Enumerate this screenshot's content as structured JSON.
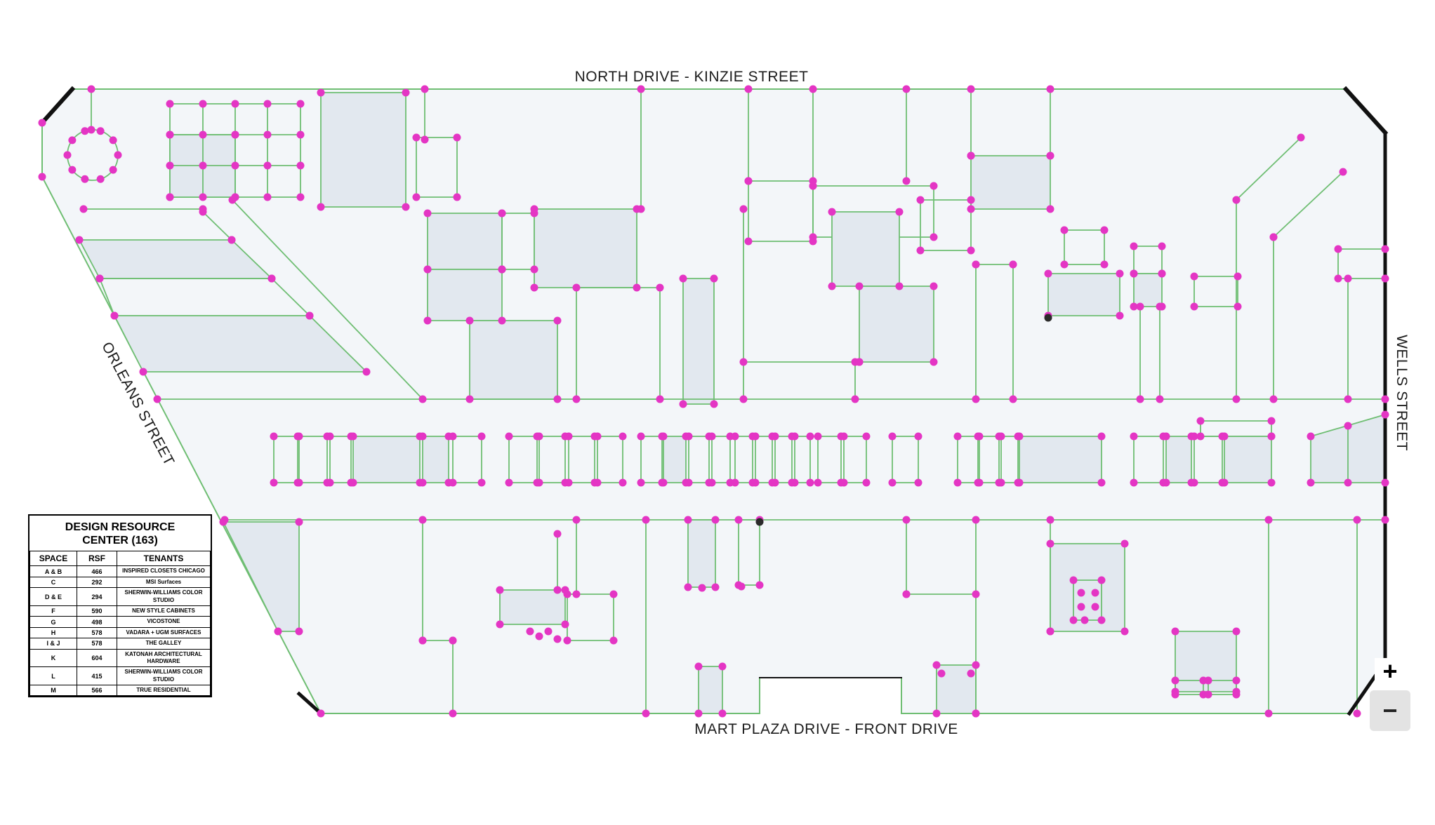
{
  "streets": {
    "north": "NORTH DRIVE - KINZIE STREET",
    "orleans": "ORLEANS STREET",
    "wells": "WELLS STREET",
    "mart": "MART PLAZA DRIVE - FRONT DRIVE"
  },
  "legend": {
    "title": "DESIGN RESOURCE CENTER (163)",
    "headers": [
      "SPACE",
      "RSF",
      "TENANTS"
    ],
    "rows": [
      [
        "A & B",
        "466",
        "INSPIRED CLOSETS CHICAGO"
      ],
      [
        "C",
        "292",
        "MSI Surfaces"
      ],
      [
        "D & E",
        "294",
        "SHERWIN-WILLIAMS COLOR STUDIO"
      ],
      [
        "F",
        "590",
        "NEW STYLE CABINETS"
      ],
      [
        "G",
        "498",
        "VICOSTONE"
      ],
      [
        "H",
        "578",
        "VADARA + UGM SURFACES"
      ],
      [
        "I & J",
        "578",
        "THE GALLEY"
      ],
      [
        "K",
        "604",
        "KATONAH ARCHITECTURAL HARDWARE"
      ],
      [
        "L",
        "415",
        "SHERWIN-WILLIAMS COLOR STUDIO"
      ],
      [
        "M",
        "566",
        "TRUE RESIDENTIAL"
      ]
    ]
  },
  "zoom": {
    "in_label": "+",
    "out_label": "−"
  },
  "colors": {
    "line": "#6fbe73",
    "vertex": "#e435c4",
    "vertex_dark": "#2b2b2b",
    "building_fill": "#f3f6f9",
    "room_shade": "#e2e8ef",
    "boundary": "#111111",
    "street_text": "#1c1c1c"
  },
  "floorplan": {
    "outline": [
      [
        103,
        127
      ],
      [
        1917,
        127
      ],
      [
        1973,
        189
      ],
      [
        1973,
        943
      ],
      [
        1922,
        1017
      ],
      [
        1284,
        1017
      ],
      [
        1284,
        966
      ],
      [
        1082,
        966
      ],
      [
        1082,
        1017
      ],
      [
        457,
        1017
      ],
      [
        60,
        252
      ],
      [
        60,
        175
      ]
    ],
    "black_segments": [
      [
        60,
        175,
        103,
        127,
        6
      ],
      [
        1917,
        127,
        1973,
        189,
        6
      ],
      [
        1973,
        189,
        1973,
        943,
        5
      ],
      [
        1973,
        943,
        1922,
        1017,
        5
      ],
      [
        426,
        989,
        457,
        1017,
        5
      ],
      [
        1082,
        966,
        1284,
        966,
        2
      ]
    ],
    "circle": [
      132,
      221,
      36
    ],
    "booth_y": [
      622,
      688
    ],
    "booths": [
      [
        390,
        424,
        0
      ],
      [
        426,
        466,
        0
      ],
      [
        470,
        500,
        0
      ],
      [
        503,
        598,
        1
      ],
      [
        602,
        639,
        1
      ],
      [
        645,
        686,
        0
      ],
      [
        725,
        765,
        0
      ],
      [
        768,
        805,
        0
      ],
      [
        810,
        847,
        0
      ],
      [
        851,
        887,
        0
      ],
      [
        913,
        943,
        0
      ],
      [
        945,
        977,
        1
      ],
      [
        981,
        1010,
        0
      ],
      [
        1014,
        1040,
        0
      ],
      [
        1047,
        1072,
        0
      ],
      [
        1076,
        1100,
        0
      ],
      [
        1104,
        1128,
        0
      ],
      [
        1132,
        1154,
        0
      ],
      [
        1165,
        1198,
        0
      ],
      [
        1202,
        1234,
        0
      ],
      [
        1271,
        1308,
        0
      ],
      [
        1364,
        1393,
        0
      ],
      [
        1395,
        1423,
        0
      ],
      [
        1426,
        1450,
        0
      ],
      [
        1452,
        1569,
        1
      ],
      [
        1615,
        1657,
        0
      ],
      [
        1661,
        1697,
        1
      ],
      [
        1701,
        1741,
        0
      ],
      [
        1744,
        1811,
        1
      ]
    ],
    "polygons": [
      {
        "p": [
          [
            242,
            148
          ],
          [
            428,
            148
          ],
          [
            428,
            281
          ],
          [
            242,
            281
          ]
        ],
        "s": 0
      },
      {
        "p": [
          [
            242,
            192
          ],
          [
            335,
            192
          ],
          [
            335,
            281
          ],
          [
            242,
            281
          ]
        ],
        "s": 1
      },
      {
        "p": [
          [
            113,
            342
          ],
          [
            330,
            342
          ],
          [
            387,
            397
          ],
          [
            142,
            397
          ]
        ],
        "s": 1
      },
      {
        "p": [
          [
            142,
            397
          ],
          [
            387,
            397
          ],
          [
            441,
            450
          ],
          [
            163,
            450
          ]
        ],
        "s": 0
      },
      {
        "p": [
          [
            163,
            450
          ],
          [
            441,
            450
          ],
          [
            522,
            530
          ],
          [
            204,
            530
          ]
        ],
        "s": 1
      },
      {
        "p": [
          [
            457,
            132
          ],
          [
            578,
            132
          ],
          [
            578,
            295
          ],
          [
            457,
            295
          ]
        ],
        "s": 1
      },
      {
        "p": [
          [
            593,
            196
          ],
          [
            651,
            196
          ],
          [
            651,
            281
          ],
          [
            593,
            281
          ]
        ],
        "s": 0
      },
      {
        "p": [
          [
            609,
            304
          ],
          [
            715,
            304
          ],
          [
            715,
            384
          ],
          [
            609,
            384
          ]
        ],
        "s": 1
      },
      {
        "p": [
          [
            609,
            384
          ],
          [
            715,
            384
          ],
          [
            715,
            457
          ],
          [
            609,
            457
          ]
        ],
        "s": 1
      },
      {
        "p": [
          [
            669,
            457
          ],
          [
            794,
            457
          ],
          [
            794,
            569
          ],
          [
            669,
            569
          ]
        ],
        "s": 1
      },
      {
        "p": [
          [
            715,
            304
          ],
          [
            761,
            304
          ],
          [
            761,
            384
          ],
          [
            715,
            384
          ]
        ],
        "s": 0
      },
      {
        "p": [
          [
            761,
            298
          ],
          [
            907,
            298
          ],
          [
            907,
            410
          ],
          [
            761,
            410
          ]
        ],
        "s": 1
      },
      {
        "p": [
          [
            821,
            410
          ],
          [
            940,
            410
          ],
          [
            940,
            569
          ],
          [
            821,
            569
          ]
        ],
        "s": 0
      },
      {
        "p": [
          [
            973,
            397
          ],
          [
            1017,
            397
          ],
          [
            1017,
            576
          ],
          [
            973,
            576
          ]
        ],
        "s": 1
      },
      {
        "p": [
          [
            1066,
            258
          ],
          [
            1158,
            258
          ],
          [
            1158,
            344
          ],
          [
            1066,
            344
          ]
        ],
        "s": 0
      },
      {
        "p": [
          [
            1158,
            265
          ],
          [
            1330,
            265
          ],
          [
            1330,
            338
          ],
          [
            1158,
            338
          ]
        ],
        "s": 0
      },
      {
        "p": [
          [
            1185,
            302
          ],
          [
            1281,
            302
          ],
          [
            1281,
            408
          ],
          [
            1185,
            408
          ]
        ],
        "s": 1
      },
      {
        "p": [
          [
            1224,
            408
          ],
          [
            1330,
            408
          ],
          [
            1330,
            516
          ],
          [
            1224,
            516
          ]
        ],
        "s": 1
      },
      {
        "p": [
          [
            1383,
            222
          ],
          [
            1496,
            222
          ],
          [
            1496,
            298
          ],
          [
            1383,
            298
          ]
        ],
        "s": 1
      },
      {
        "p": [
          [
            1311,
            285
          ],
          [
            1383,
            285
          ],
          [
            1383,
            357
          ],
          [
            1311,
            357
          ]
        ],
        "s": 0
      },
      {
        "p": [
          [
            1493,
            390
          ],
          [
            1595,
            390
          ],
          [
            1595,
            450
          ],
          [
            1493,
            450
          ]
        ],
        "s": 1
      },
      {
        "p": [
          [
            1516,
            328
          ],
          [
            1573,
            328
          ],
          [
            1573,
            377
          ],
          [
            1516,
            377
          ]
        ],
        "s": 0
      },
      {
        "p": [
          [
            1615,
            351
          ],
          [
            1655,
            351
          ],
          [
            1655,
            390
          ],
          [
            1615,
            390
          ]
        ],
        "s": 0
      },
      {
        "p": [
          [
            1615,
            390
          ],
          [
            1655,
            390
          ],
          [
            1655,
            437
          ],
          [
            1615,
            437
          ]
        ],
        "s": 1
      },
      {
        "p": [
          [
            1701,
            394
          ],
          [
            1763,
            394
          ],
          [
            1763,
            437
          ],
          [
            1701,
            437
          ]
        ],
        "s": 0
      },
      {
        "p": [
          [
            1906,
            355
          ],
          [
            1973,
            355
          ],
          [
            1973,
            397
          ],
          [
            1906,
            397
          ]
        ],
        "s": 0
      },
      {
        "p": [
          [
            1710,
            600
          ],
          [
            1811,
            600
          ],
          [
            1811,
            622
          ],
          [
            1710,
            622
          ]
        ],
        "s": 0
      },
      {
        "p": [
          [
            1867,
            622
          ],
          [
            1973,
            591
          ],
          [
            1973,
            688
          ],
          [
            1867,
            688
          ]
        ],
        "s": 1
      },
      {
        "p": [
          [
            318,
            744
          ],
          [
            426,
            744
          ],
          [
            426,
            900
          ],
          [
            396,
            900
          ]
        ],
        "s": 1
      },
      {
        "p": [
          [
            712,
            841
          ],
          [
            805,
            841
          ],
          [
            805,
            890
          ],
          [
            712,
            890
          ]
        ],
        "s": 1
      },
      {
        "p": [
          [
            808,
            847
          ],
          [
            874,
            847
          ],
          [
            874,
            913
          ],
          [
            808,
            913
          ]
        ],
        "s": 0
      },
      {
        "p": [
          [
            980,
            741
          ],
          [
            1019,
            741
          ],
          [
            1019,
            837
          ],
          [
            980,
            837
          ]
        ],
        "s": 1
      },
      {
        "p": [
          [
            995,
            950
          ],
          [
            1029,
            950
          ],
          [
            1029,
            1017
          ],
          [
            995,
            1017
          ]
        ],
        "s": 1
      },
      {
        "p": [
          [
            1052,
            741
          ],
          [
            1082,
            741
          ],
          [
            1082,
            834
          ],
          [
            1052,
            834
          ]
        ],
        "s": 0
      },
      {
        "p": [
          [
            1334,
            948
          ],
          [
            1390,
            948
          ],
          [
            1390,
            1017
          ],
          [
            1334,
            1017
          ]
        ],
        "s": 1
      },
      {
        "p": [
          [
            1496,
            775
          ],
          [
            1602,
            775
          ],
          [
            1602,
            900
          ],
          [
            1496,
            900
          ]
        ],
        "s": 1
      },
      {
        "p": [
          [
            1529,
            827
          ],
          [
            1569,
            827
          ],
          [
            1569,
            884
          ],
          [
            1529,
            884
          ]
        ],
        "s": 0
      },
      {
        "p": [
          [
            1674,
            900
          ],
          [
            1761,
            900
          ],
          [
            1761,
            986
          ],
          [
            1674,
            986
          ]
        ],
        "s": 1
      },
      {
        "p": [
          [
            1674,
            970
          ],
          [
            1714,
            970
          ],
          [
            1714,
            990
          ],
          [
            1674,
            990
          ]
        ],
        "s": 0
      },
      {
        "p": [
          [
            1721,
            970
          ],
          [
            1761,
            970
          ],
          [
            1761,
            990
          ],
          [
            1721,
            990
          ]
        ],
        "s": 0
      }
    ],
    "lines": [
      [
        289,
        302,
        330,
        342
      ],
      [
        331,
        285,
        602,
        569
      ],
      [
        119,
        298,
        289,
        298
      ],
      [
        289,
        148,
        289,
        281
      ],
      [
        335,
        148,
        335,
        281
      ],
      [
        381,
        148,
        381,
        281
      ],
      [
        242,
        192,
        428,
        192
      ],
      [
        242,
        236,
        428,
        236
      ],
      [
        130,
        127,
        130,
        185
      ],
      [
        605,
        127,
        605,
        199
      ],
      [
        913,
        127,
        913,
        298
      ],
      [
        1066,
        127,
        1066,
        258
      ],
      [
        1158,
        127,
        1158,
        265
      ],
      [
        1291,
        127,
        1291,
        258
      ],
      [
        1383,
        127,
        1383,
        222
      ],
      [
        1496,
        127,
        1496,
        222
      ],
      [
        1059,
        298,
        1059,
        569
      ],
      [
        1218,
        516,
        1218,
        569
      ],
      [
        1059,
        516,
        1224,
        516
      ],
      [
        1390,
        377,
        1390,
        569
      ],
      [
        1443,
        377,
        1443,
        569
      ],
      [
        1390,
        377,
        1443,
        377
      ],
      [
        1624,
        437,
        1624,
        569
      ],
      [
        1652,
        437,
        1652,
        569
      ],
      [
        1761,
        285,
        1761,
        569
      ],
      [
        1761,
        285,
        1853,
        196
      ],
      [
        1814,
        338,
        1913,
        245
      ],
      [
        1814,
        338,
        1814,
        569
      ],
      [
        1920,
        397,
        1920,
        569
      ],
      [
        224,
        569,
        1973,
        569
      ],
      [
        1920,
        607,
        1920,
        688
      ],
      [
        320,
        741,
        1973,
        741
      ],
      [
        602,
        741,
        602,
        913
      ],
      [
        602,
        913,
        645,
        913
      ],
      [
        645,
        913,
        645,
        1017
      ],
      [
        794,
        761,
        794,
        841
      ],
      [
        821,
        741,
        821,
        847
      ],
      [
        920,
        741,
        920,
        1017
      ],
      [
        1291,
        741,
        1291,
        847
      ],
      [
        1291,
        847,
        1390,
        847
      ],
      [
        1390,
        741,
        1390,
        1017
      ],
      [
        1496,
        741,
        1496,
        900
      ],
      [
        1807,
        741,
        1807,
        1017
      ],
      [
        1933,
        741,
        1933,
        1017
      ]
    ],
    "extra_dots": [
      [
        289,
        192
      ],
      [
        335,
        192
      ],
      [
        381,
        192
      ],
      [
        289,
        236
      ],
      [
        335,
        236
      ],
      [
        381,
        236
      ],
      [
        60,
        175
      ],
      [
        60,
        252
      ],
      [
        457,
        1017
      ],
      [
        755,
        900
      ],
      [
        768,
        907
      ],
      [
        781,
        900
      ],
      [
        794,
        911
      ],
      [
        1540,
        845
      ],
      [
        1560,
        845
      ],
      [
        1540,
        865
      ],
      [
        1560,
        865
      ],
      [
        1545,
        884
      ],
      [
        1341,
        960
      ],
      [
        1383,
        960
      ],
      [
        1000,
        838
      ],
      [
        1056,
        836
      ]
    ],
    "dark_dots": [
      [
        1493,
        453
      ],
      [
        1082,
        744
      ]
    ]
  }
}
